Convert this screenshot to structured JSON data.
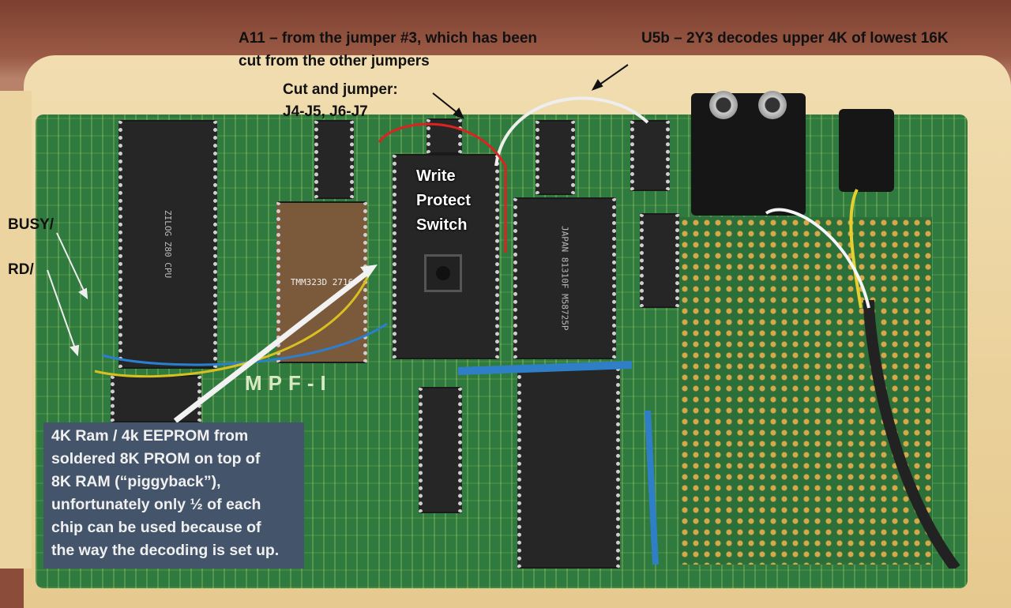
{
  "annotations": {
    "a11_line1": "A11 – from the jumper #3, which has been",
    "a11_line2": "cut from the other jumpers",
    "u5b": "U5b – 2Y3 decodes upper 4K of lowest 16K",
    "cut_line1": "Cut and jumper:",
    "cut_line2": "J4-J5, J6-J7",
    "write_protect": [
      "Write",
      "Protect",
      "Switch"
    ],
    "busy": "BUSY/",
    "rd": "RD/",
    "memory_box": [
      "4K Ram / 4k EEPROM from",
      "soldered 8K PROM on top of",
      "8K RAM (“piggyback”),",
      "unfortunately only ½ of each",
      "chip can be used because of",
      "the way the decoding is set up."
    ]
  },
  "board": {
    "silkscreen": "MPF-I",
    "cpu_label": "ZILOG Z80 CPU",
    "eprom_label": "TMM323D 2716",
    "rom_label": "JAPAN 81310F M58725P"
  },
  "colors": {
    "callout_box": "#44546a",
    "board": "#2f7a3e",
    "tray": "#f1ddb0"
  }
}
